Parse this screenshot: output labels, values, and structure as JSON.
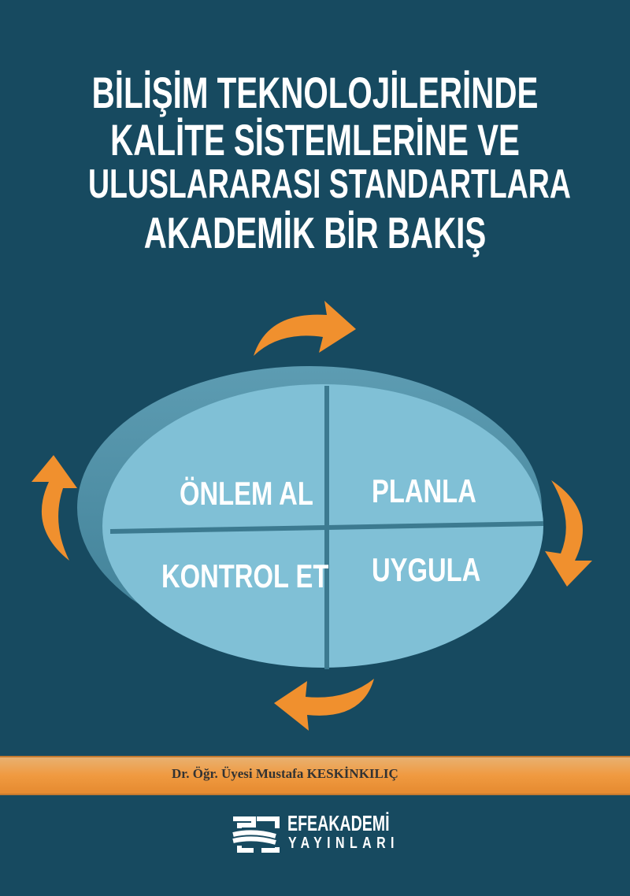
{
  "title": {
    "line1": "BİLİŞİM TEKNOLOJİLERİNDE",
    "line2": "KALİTE SİSTEMLERİNE VE",
    "line3": "ULUSLARARASI STANDARTLARA",
    "line4": "AKADEMİK BİR BAKIŞ"
  },
  "cycle": {
    "quadrants": [
      "ÖNLEM AL",
      "PLANLA",
      "KONTROL ET",
      "UYGULA"
    ]
  },
  "author": "Dr. Öğr. Üyesi Mustafa KESKİNKILIÇ",
  "publisher": {
    "name": "EFEAKADEMİ",
    "sub": "YAYINLARI"
  },
  "colors": {
    "background": "#174a60",
    "accent": "#f0902e",
    "disk": "#80c0d6"
  }
}
